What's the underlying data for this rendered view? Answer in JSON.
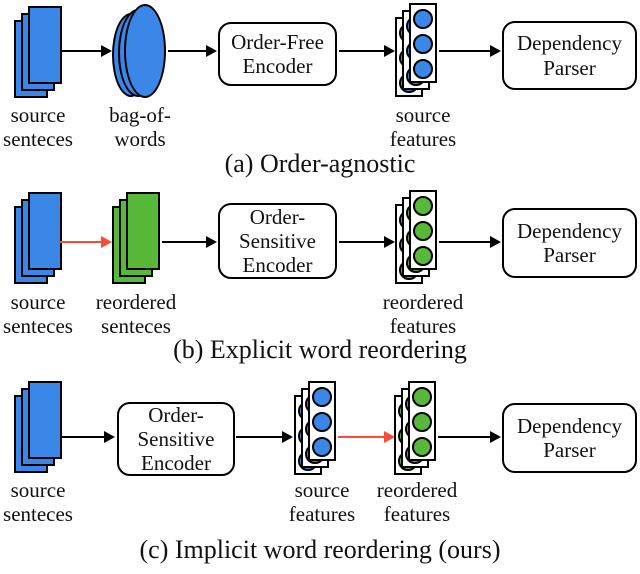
{
  "colors": {
    "blue": "#3a87e8",
    "green": "#58b83a",
    "red": "#fb4b34",
    "stroke": "#000000"
  },
  "rows": [
    {
      "caption": "(a) Order-agnostic",
      "source_sentences": {
        "l1": "source",
        "l2": "senteces"
      },
      "bag_of_words": {
        "l1": "bag-of-",
        "l2": "words"
      },
      "encoder": {
        "l1": "Order-Free",
        "l2": "Encoder"
      },
      "source_features": {
        "l1": "source",
        "l2": "features"
      },
      "parser": {
        "l1": "Dependency",
        "l2": "Parser"
      }
    },
    {
      "caption": "(b) Explicit word reordering",
      "source_sentences": {
        "l1": "source",
        "l2": "senteces"
      },
      "reordered_sentences": {
        "l1": "reordered",
        "l2": "senteces"
      },
      "encoder": {
        "l1": "Order-",
        "l2": "Sensitive",
        "l3": "Encoder"
      },
      "reordered_features": {
        "l1": "reordered",
        "l2": "features"
      },
      "parser": {
        "l1": "Dependency",
        "l2": "Parser"
      }
    },
    {
      "caption": "(c) Implicit word reordering (ours)",
      "source_sentences": {
        "l1": "source",
        "l2": "senteces"
      },
      "encoder": {
        "l1": "Order-",
        "l2": "Sensitive",
        "l3": "Encoder"
      },
      "source_features": {
        "l1": "source",
        "l2": "features"
      },
      "reordered_features": {
        "l1": "reordered",
        "l2": "features"
      },
      "parser": {
        "l1": "Dependency",
        "l2": "Parser"
      }
    }
  ]
}
